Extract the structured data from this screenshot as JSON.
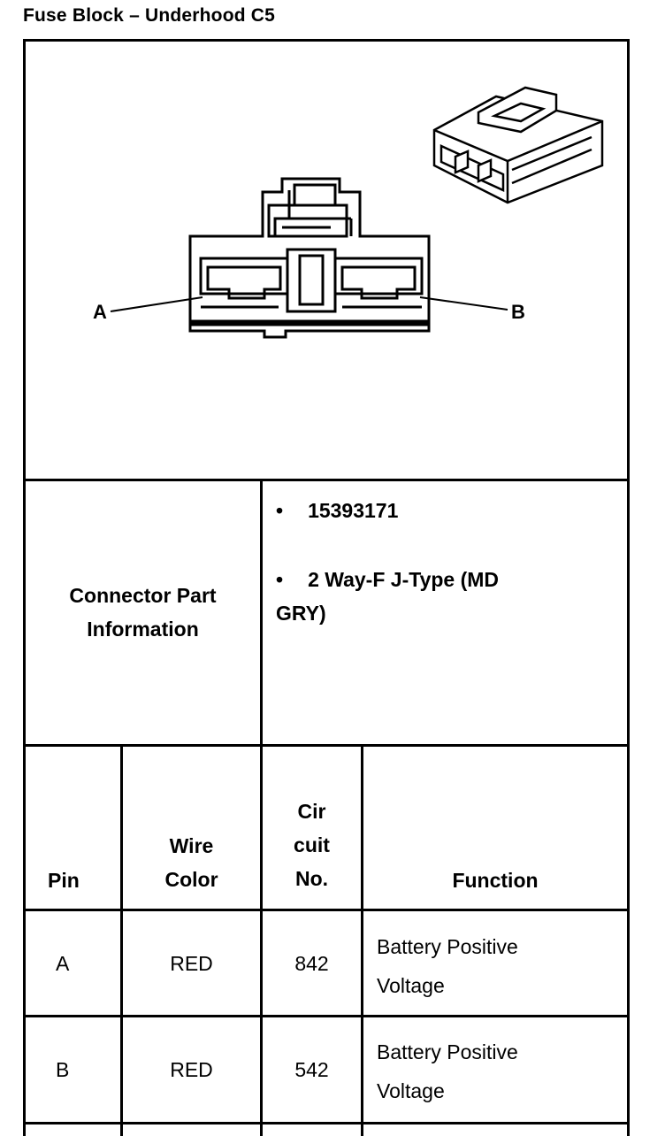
{
  "title": "Fuse Block – Underhood C5",
  "diagram": {
    "pin_a_label": "A",
    "pin_b_label": "B"
  },
  "connector_info": {
    "label_line1": "Connector Part",
    "label_line2": "Information",
    "bullet": "•",
    "part_number": "15393171",
    "description_line1": "2 Way-F J-Type (MD",
    "description_line2": "GRY)"
  },
  "table": {
    "headers": {
      "pin": "Pin",
      "wire_color_1": "Wire",
      "wire_color_2": "Color",
      "circuit_1": "Cir",
      "circuit_2": "cuit",
      "circuit_3": "No.",
      "function": "Function"
    },
    "rows": [
      {
        "pin": "A",
        "wire_color": "RED",
        "circuit": "842",
        "function_1": "Battery Positive",
        "function_2": "Voltage"
      },
      {
        "pin": "B",
        "wire_color": "RED",
        "circuit": "542",
        "function_1": "Battery Positive",
        "function_2": "Voltage"
      }
    ]
  }
}
